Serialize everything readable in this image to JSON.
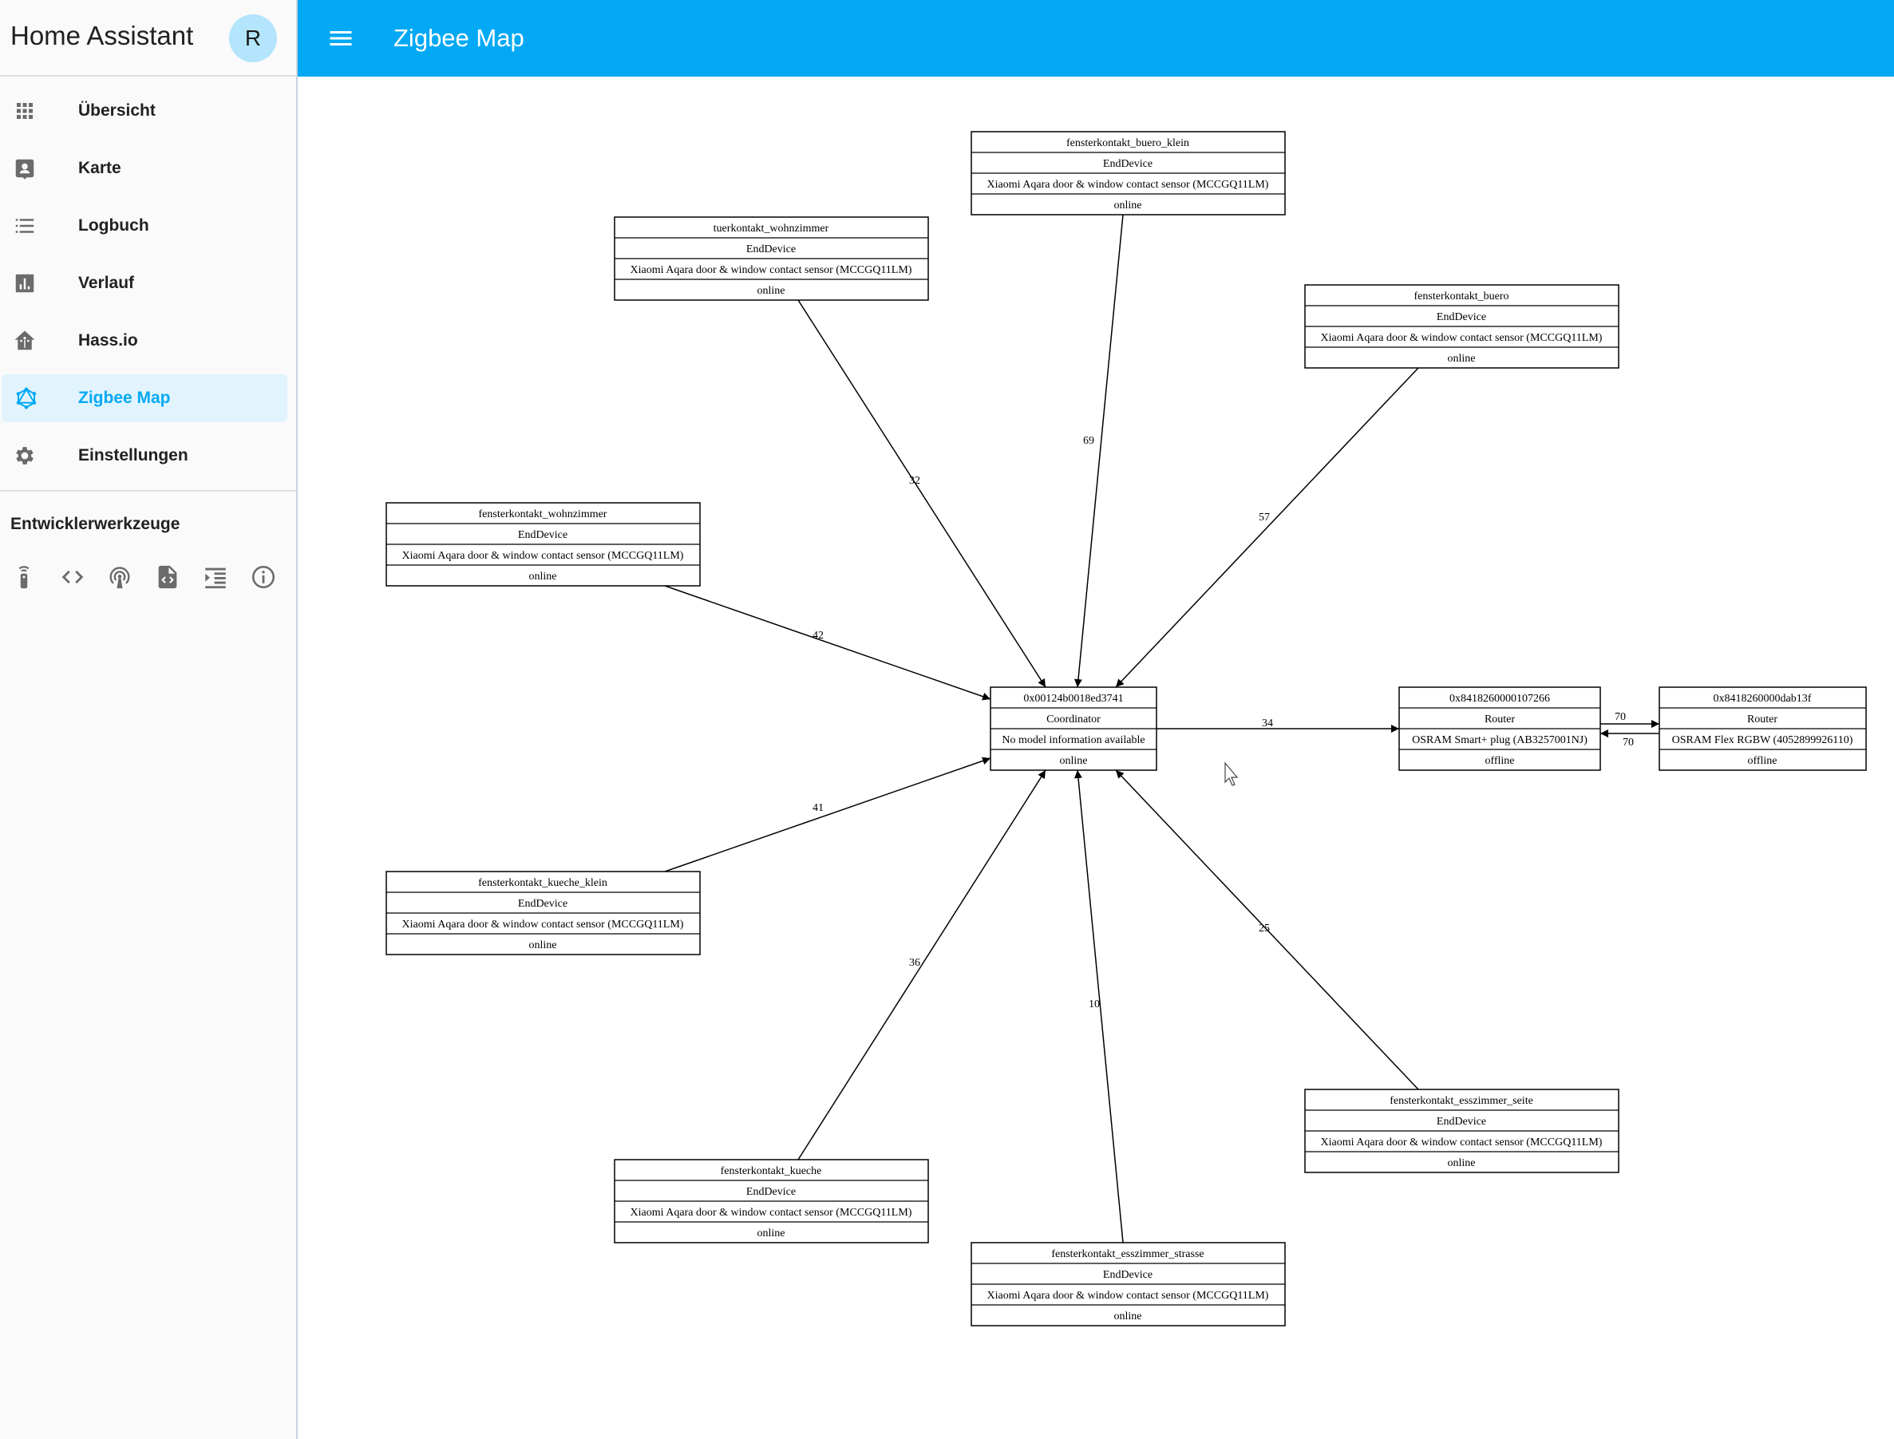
{
  "app": {
    "title": "Home Assistant",
    "avatar_initial": "R"
  },
  "sidebar": {
    "items": [
      {
        "label": "Übersicht",
        "icon": "apps-grid-icon"
      },
      {
        "label": "Karte",
        "icon": "account-box-icon"
      },
      {
        "label": "Logbuch",
        "icon": "format-list-bulleted-icon"
      },
      {
        "label": "Verlauf",
        "icon": "chart-bar-icon"
      },
      {
        "label": "Hass.io",
        "icon": "home-assistant-icon"
      },
      {
        "label": "Zigbee Map",
        "icon": "graphql-icon",
        "active": true
      },
      {
        "label": "Einstellungen",
        "icon": "cog-icon"
      }
    ],
    "developer_tools": {
      "heading": "Entwicklerwerkzeuge",
      "icons": [
        "remote-icon",
        "code-tags-icon",
        "radio-tower-icon",
        "file-xml-icon",
        "format-indent-icon",
        "information-outline-icon"
      ]
    }
  },
  "header": {
    "title": "Zigbee Map",
    "menu_icon": "menu-icon"
  },
  "accent_color": "#03a9f4",
  "graph": {
    "nodes": {
      "coord": {
        "name": "0x00124b0018ed3741",
        "type": "Coordinator",
        "model": "No model information available",
        "status": "online"
      },
      "buero_klein": {
        "name": "fensterkontakt_buero_klein",
        "type": "EndDevice",
        "model": "Xiaomi Aqara door & window contact sensor (MCCGQ11LM)",
        "status": "online"
      },
      "tuer_wohn": {
        "name": "tuerkontakt_wohnzimmer",
        "type": "EndDevice",
        "model": "Xiaomi Aqara door & window contact sensor (MCCGQ11LM)",
        "status": "online"
      },
      "buero": {
        "name": "fensterkontakt_buero",
        "type": "EndDevice",
        "model": "Xiaomi Aqara door & window contact sensor (MCCGQ11LM)",
        "status": "online"
      },
      "wohn": {
        "name": "fensterkontakt_wohnzimmer",
        "type": "EndDevice",
        "model": "Xiaomi Aqara door & window contact sensor (MCCGQ11LM)",
        "status": "online"
      },
      "kueche_klein": {
        "name": "fensterkontakt_kueche_klein",
        "type": "EndDevice",
        "model": "Xiaomi Aqara door & window contact sensor (MCCGQ11LM)",
        "status": "online"
      },
      "kueche": {
        "name": "fensterkontakt_kueche",
        "type": "EndDevice",
        "model": "Xiaomi Aqara door & window contact sensor (MCCGQ11LM)",
        "status": "online"
      },
      "ess_strasse": {
        "name": "fensterkontakt_esszimmer_strasse",
        "type": "EndDevice",
        "model": "Xiaomi Aqara door & window contact sensor (MCCGQ11LM)",
        "status": "online"
      },
      "ess_seite": {
        "name": "fensterkontakt_esszimmer_seite",
        "type": "EndDevice",
        "model": "Xiaomi Aqara door & window contact sensor (MCCGQ11LM)",
        "status": "online"
      },
      "router1": {
        "name": "0x8418260000107266",
        "type": "Router",
        "model": "OSRAM Smart+ plug (AB3257001NJ)",
        "status": "offline"
      },
      "router2": {
        "name": "0x8418260000dab13f",
        "type": "Router",
        "model": "OSRAM Flex RGBW (4052899926110)",
        "status": "offline"
      }
    },
    "edges": [
      {
        "from": "buero_klein",
        "to": "coord",
        "lqi": "69"
      },
      {
        "from": "tuer_wohn",
        "to": "coord",
        "lqi": "32"
      },
      {
        "from": "buero",
        "to": "coord",
        "lqi": "57"
      },
      {
        "from": "wohn",
        "to": "coord",
        "lqi": "42"
      },
      {
        "from": "kueche_klein",
        "to": "coord",
        "lqi": "41"
      },
      {
        "from": "kueche",
        "to": "coord",
        "lqi": "36"
      },
      {
        "from": "ess_strasse",
        "to": "coord",
        "lqi": "10"
      },
      {
        "from": "ess_seite",
        "to": "coord",
        "lqi": "25"
      },
      {
        "from": "coord",
        "to": "router1",
        "lqi": "34"
      },
      {
        "from": "router1",
        "to": "router2",
        "lqi": "70"
      },
      {
        "from": "router2",
        "to": "router1",
        "lqi": "70"
      }
    ]
  }
}
